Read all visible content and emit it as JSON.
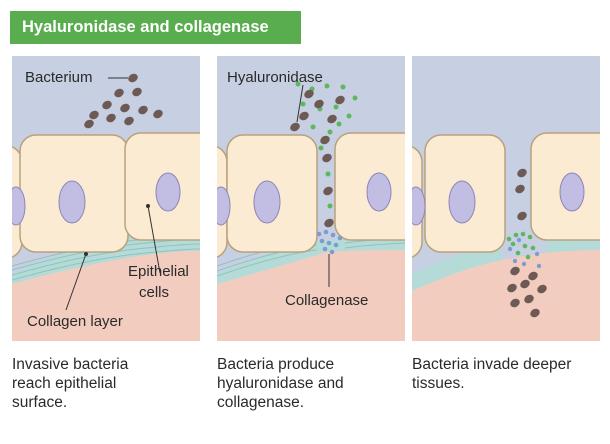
{
  "title": "Hyaluronidase and collagenase",
  "panels": [
    {
      "labels": {
        "bacterium": "Bacterium",
        "epithelial_1": "Epithelial",
        "epithelial_2": "cells",
        "collagen": "Collagen layer"
      },
      "caption": [
        "Invasive bacteria",
        "reach epithelial",
        "surface."
      ]
    },
    {
      "labels": {
        "hyaluronidase": "Hyaluronidase",
        "collagenase": "Collagenase"
      },
      "caption": [
        "Bacteria produce",
        "hyaluronidase and",
        "collagenase."
      ]
    },
    {
      "labels": {},
      "caption": [
        "Bacteria invade deeper",
        "tissues."
      ]
    }
  ],
  "colors": {
    "title_background": "#59ad4f",
    "fluid_background": "#c7cfe2",
    "epithelial_cell": "#faebd2",
    "cell_outline": "#b9a17c",
    "nucleus": "#c2bde2",
    "collagen": "#b5dbd8",
    "deep_tissue": "#f2cdbf",
    "bacterium": "#6e5a55",
    "hyaluronidase_dot": "#5cb85c",
    "collagenase_dot": "#7f9bd1"
  }
}
